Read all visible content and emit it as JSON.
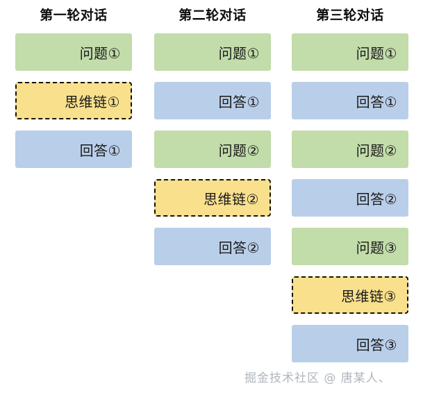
{
  "figure": {
    "title_hidden": "",
    "background_color": "#ffffff",
    "colors": {
      "question": "#c2dcaa",
      "answer": "#b9cee8",
      "chain_of_thought": "#f8e08d",
      "dashed_border": "#121212",
      "text": "#1a1a1a",
      "title_text": "#0d0d0d",
      "watermark": "#9aa2ab"
    }
  },
  "columns": [
    {
      "title": "第一轮对话",
      "nodes": [
        {
          "label": "问题①",
          "kind": "question"
        },
        {
          "label": "思维链①",
          "kind": "cot"
        },
        {
          "label": "回答①",
          "kind": "answer"
        }
      ]
    },
    {
      "title": "第二轮对话",
      "nodes": [
        {
          "label": "问题①",
          "kind": "question"
        },
        {
          "label": "回答①",
          "kind": "answer"
        },
        {
          "label": "问题②",
          "kind": "question"
        },
        {
          "label": "思维链②",
          "kind": "cot"
        },
        {
          "label": "回答②",
          "kind": "answer"
        }
      ]
    },
    {
      "title": "第三轮对话",
      "nodes": [
        {
          "label": "问题①",
          "kind": "question"
        },
        {
          "label": "回答①",
          "kind": "answer"
        },
        {
          "label": "问题②",
          "kind": "question"
        },
        {
          "label": "回答②",
          "kind": "answer"
        },
        {
          "label": "问题③",
          "kind": "question"
        },
        {
          "label": "思维链③",
          "kind": "cot"
        },
        {
          "label": "回答③",
          "kind": "answer"
        }
      ]
    }
  ],
  "watermark": {
    "text": "掘金技术社区 @ 唐某人、"
  }
}
